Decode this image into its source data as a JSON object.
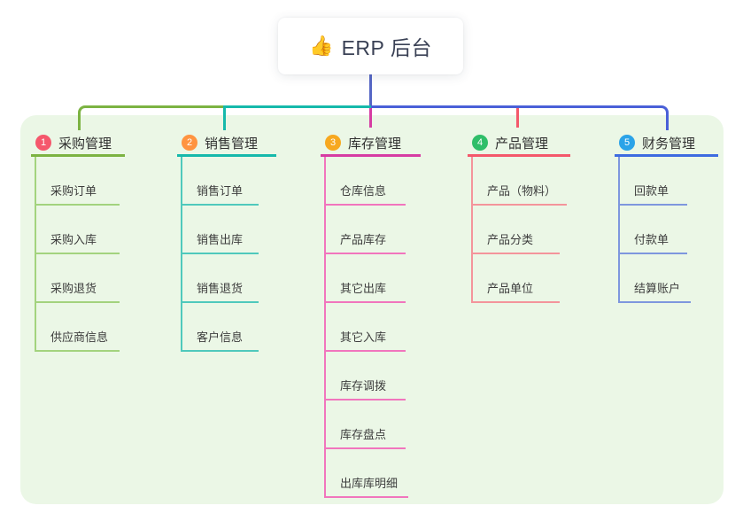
{
  "root": {
    "icon": "👍",
    "label": "ERP 后台"
  },
  "branches": [
    {
      "badge": "1",
      "label": "采购管理",
      "children": [
        "采购订单",
        "采购入库",
        "采购退货",
        "供应商信息"
      ]
    },
    {
      "badge": "2",
      "label": "销售管理",
      "children": [
        "销售订单",
        "销售出库",
        "销售退货",
        "客户信息"
      ]
    },
    {
      "badge": "3",
      "label": "库存管理",
      "children": [
        "仓库信息",
        "产品库存",
        "其它出库",
        "其它入库",
        "库存调拨",
        "库存盘点",
        "出库库明细"
      ]
    },
    {
      "badge": "4",
      "label": "产品管理",
      "children": [
        "产品（物料）",
        "产品分类",
        "产品单位"
      ]
    },
    {
      "badge": "5",
      "label": "财务管理",
      "children": [
        "回款单",
        "付款单",
        "结算账户"
      ]
    }
  ],
  "colors": {
    "canvas_background": "#FFFFFF",
    "panel_background": "#EBF7E6",
    "root_drop_line": "#5566C5",
    "bus_blue": "#4A60D8",
    "branches": [
      {
        "badge": "#F5576C",
        "line": "#7CB342",
        "child_line": "#A3D37E"
      },
      {
        "badge": "#FF9440",
        "line": "#16B9AB",
        "child_line": "#4FC9BC"
      },
      {
        "badge": "#F7A81F",
        "line": "#D63CA3",
        "child_line": "#F175BD"
      },
      {
        "badge": "#2FBE69",
        "line": "#F4586B",
        "child_line": "#F4949B"
      },
      {
        "badge": "#2BA3E8",
        "line": "#3D6BE0",
        "child_line": "#7E97DE"
      }
    ]
  }
}
